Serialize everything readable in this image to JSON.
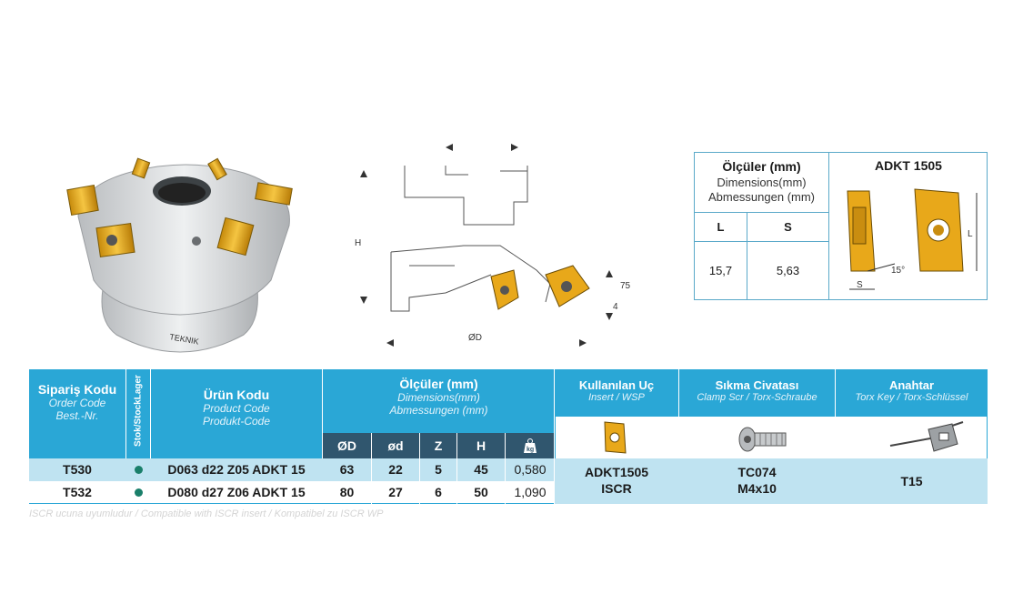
{
  "dimension_box": {
    "header_title": "Ölçüler (mm)",
    "header_de1": "Dimensions(mm)",
    "header_de2": "Abmessungen (mm)",
    "insert_title": "ADKT 1505",
    "col_L": "L",
    "col_S": "S",
    "val_L": "15,7",
    "val_S": "5,63",
    "angle_label": "15°",
    "s_label": "S",
    "l_label": "L"
  },
  "drawing": {
    "label_H": "H",
    "label_OD": "ØD",
    "label_75": "75",
    "label_4": "4"
  },
  "table": {
    "headers": {
      "order_tr": "Sipariş Kodu",
      "order_en": "Order Code",
      "order_de": "Best.-Nr.",
      "stock": "Stok/StockLager",
      "product_tr": "Ürün Kodu",
      "product_en": "Product Code",
      "product_de": "Produkt-Code",
      "dims_tr": "Ölçüler (mm)",
      "dims_en": "Dimensions(mm)",
      "dims_de": "Abmessungen (mm)",
      "insert_tr": "Kullanılan Uç",
      "insert_en": "Insert / WSP",
      "screw_tr": "Sıkma Civatası",
      "screw_en": "Clamp Scr / Torx-Schraube",
      "key_tr": "Anahtar",
      "key_en": "Torx Key / Torx-Schlüssel",
      "col_OD": "ØD",
      "col_od": "ød",
      "col_Z": "Z",
      "col_H": "H",
      "col_kg": "kg"
    },
    "rows": [
      {
        "order": "T530",
        "product": "D063 d22 Z05 ADKT 15",
        "OD": "63",
        "od": "22",
        "Z": "5",
        "H": "45",
        "kg": "0,580"
      },
      {
        "order": "T532",
        "product": "D080 d27 Z06 ADKT 15",
        "OD": "80",
        "od": "27",
        "Z": "6",
        "H": "50",
        "kg": "1,090"
      }
    ],
    "insert": "ADKT1505",
    "insert2": "ISCR",
    "screw": "TC074",
    "screw2": "M4x10",
    "key": "T15"
  },
  "footnote": "ISCR ucuna uyumludur / Compatible with ISCR insert / Kompatibel zu ISCR WP",
  "colors": {
    "accent": "#2aa7d6",
    "dark_header": "#30566e",
    "row_light": "#bfe3f1",
    "insert_gold": "#e8a81a"
  }
}
